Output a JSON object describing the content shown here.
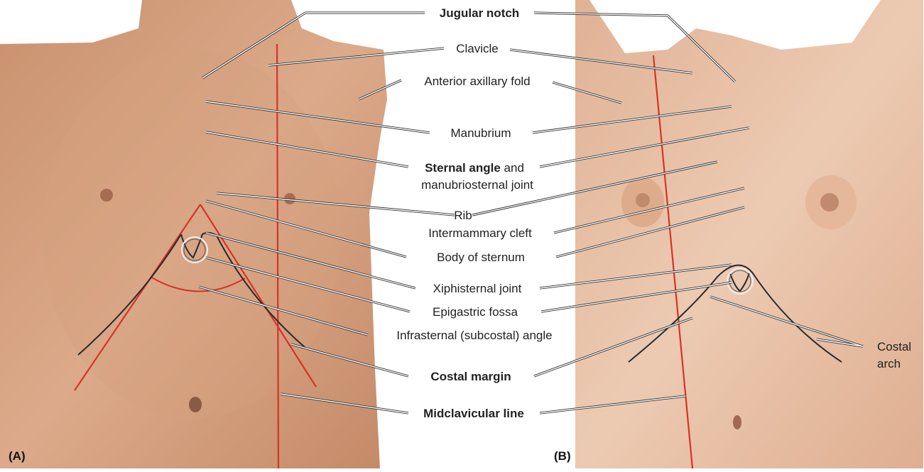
{
  "panels": {
    "a": "(A)",
    "b": "(B)"
  },
  "labels": {
    "jugular_notch": "Jugular notch",
    "clavicle": "Clavicle",
    "anterior_axillary_fold": "Anterior axillary fold",
    "manubrium": "Manubrium",
    "sternal_angle_bold": "Sternal angle",
    "sternal_angle_rest": " and",
    "manubriosternal_joint": "manubriosternal joint",
    "rib": "Rib",
    "intermammary_cleft": "Intermammary cleft",
    "body_of_sternum": "Body of sternum",
    "xiphisternal_joint": "Xiphisternal joint",
    "epigastric_fossa": "Epigastric fossa",
    "infrasternal_angle": "Infrasternal (subcostal) angle",
    "costal_margin": "Costal margin",
    "midclavicular_line": "Midclavicular line",
    "costal": "Costal",
    "arch": "arch"
  },
  "colors": {
    "skin_a": "#d9a98a",
    "skin_b": "#e8c0a6",
    "red_line": "#d8322a",
    "dark_line": "#2a2a2a"
  }
}
